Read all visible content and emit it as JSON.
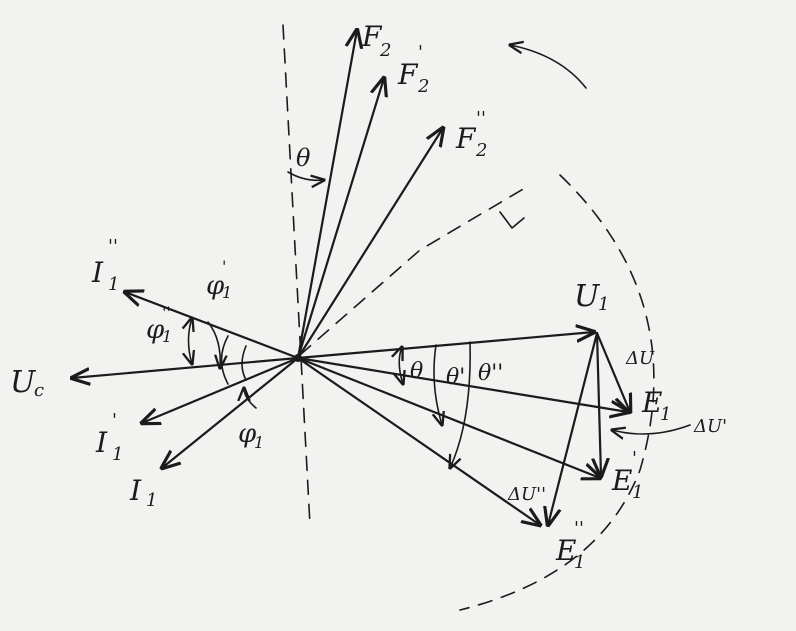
{
  "labels": {
    "F2": "F",
    "F2_sub": "2",
    "F2p": "F",
    "F2p_sub": "2",
    "F2p_prime": "'",
    "F2pp": "F",
    "F2pp_sub": "2",
    "F2pp_prime": "''",
    "theta_top": "θ",
    "I1pp": "I",
    "I1pp_sub": "1",
    "I1pp_prime": "''",
    "phi1p": "φ",
    "phi1p_sub": "1",
    "phi1p_prime": "'",
    "phi1pp": "φ",
    "phi1pp_sub": "1",
    "phi1pp_prime": "''",
    "Uc": "U",
    "Uc_sub": "c",
    "I1p": "I",
    "I1p_sub": "1",
    "I1p_prime": "'",
    "I1": "I",
    "I1_sub": "1",
    "phi1": "φ",
    "phi1_sub": "1",
    "theta": "θ",
    "thetap": "θ'",
    "thetapp": "θ''",
    "U1": "U",
    "U1_sub": "1",
    "dU": "ΔU",
    "E1": "E",
    "E1_sub": "1",
    "dUp": "ΔU'",
    "E1p": "E",
    "E1p_sub": "1",
    "E1p_prime": "'",
    "dUpp": "ΔU''",
    "E1pp": "E",
    "E1pp_sub": "1",
    "E1pp_prime": "''"
  }
}
